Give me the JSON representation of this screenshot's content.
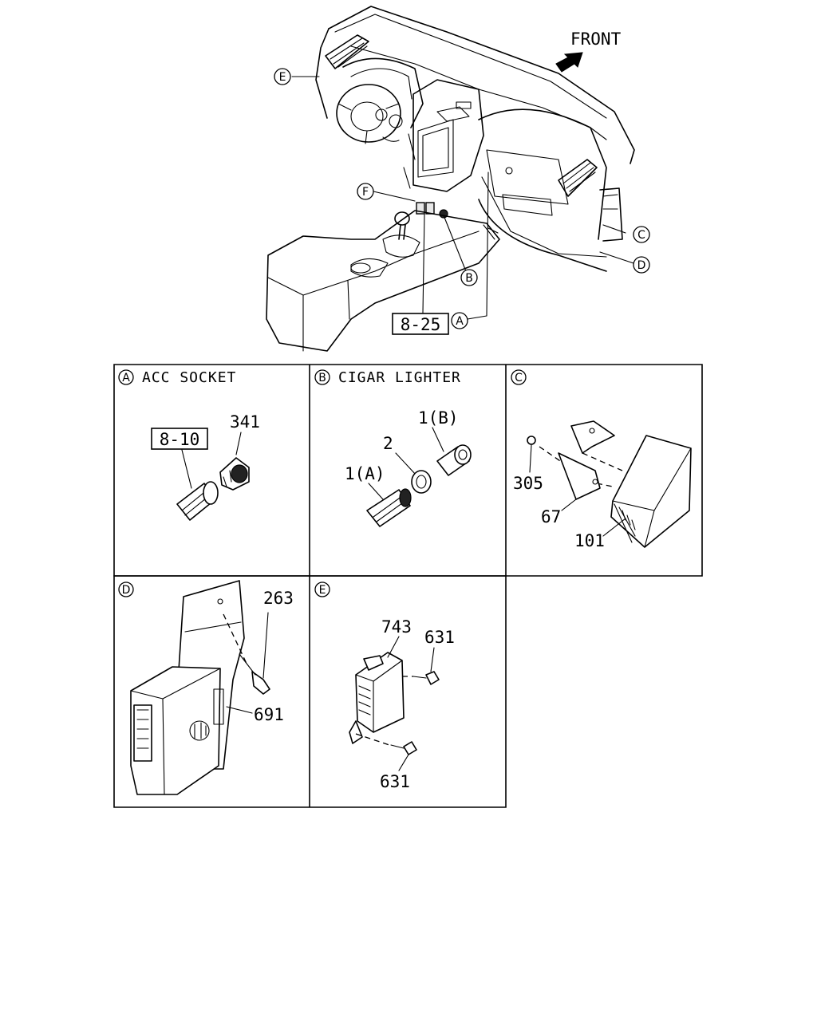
{
  "overview": {
    "direction_label": "FRONT",
    "callouts": [
      "A",
      "B",
      "C",
      "D",
      "E",
      "F"
    ],
    "ref_box": "8-25"
  },
  "panels": {
    "A": {
      "letter": "A",
      "title": "ACC SOCKET",
      "ref_box": "8-10",
      "parts": [
        "341"
      ]
    },
    "B": {
      "letter": "B",
      "title": "CIGAR LIGHTER",
      "parts": [
        "1(B)",
        "2",
        "1(A)"
      ]
    },
    "C": {
      "letter": "C",
      "title": "",
      "parts": [
        "305",
        "67",
        "101"
      ]
    },
    "D": {
      "letter": "D",
      "title": "",
      "parts": [
        "263",
        "691"
      ]
    },
    "E": {
      "letter": "E",
      "title": "",
      "parts": [
        "743",
        "631",
        "631"
      ]
    }
  }
}
